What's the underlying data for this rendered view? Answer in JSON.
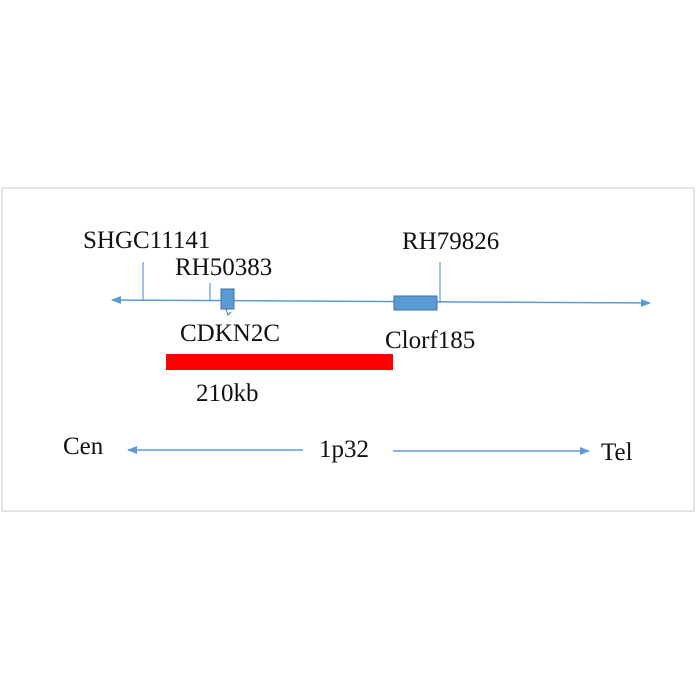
{
  "diagram": {
    "markers": {
      "shgc": "SHGC11141",
      "rh50383": "RH50383",
      "rh79826": "RH79826"
    },
    "genes": {
      "cdkn2c": "CDKN2C",
      "clorf185": "Clorf185"
    },
    "region": {
      "size_label": "210kb"
    },
    "orientation": {
      "left": "Cen",
      "center": "1p32",
      "right": "Tel"
    },
    "colors": {
      "frame": "#c8c8c8",
      "line": "#5b9bd5",
      "gene_fill": "#5b9bd5",
      "gene_stroke": "#41719c",
      "region": "#ff0000"
    }
  }
}
